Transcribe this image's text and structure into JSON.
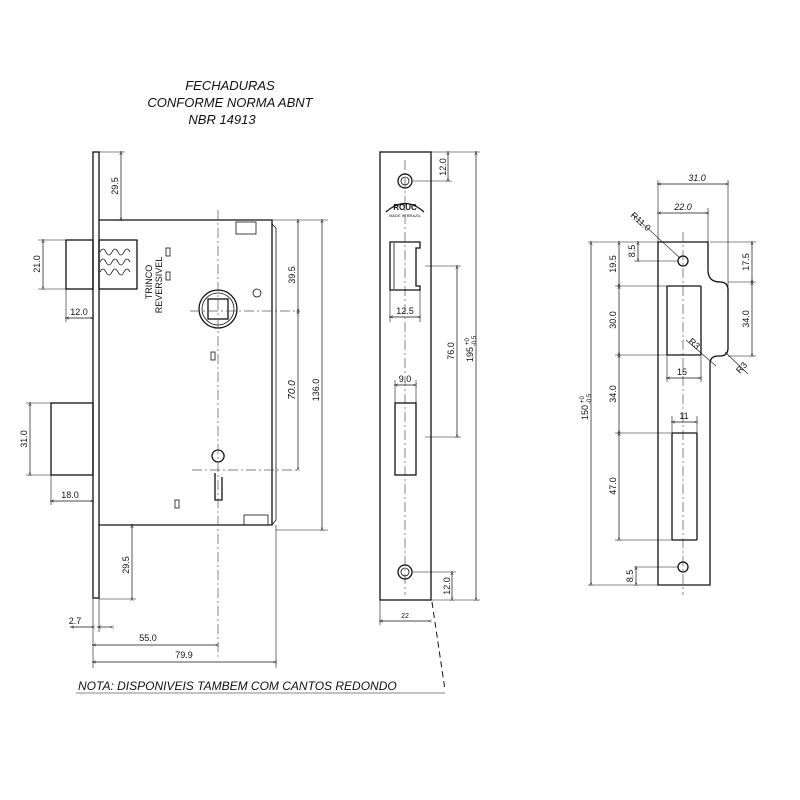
{
  "title": {
    "line1": "FECHADURAS",
    "line2": "CONFORME NORMA ABNT",
    "line3": "NBR 14913"
  },
  "lock_view": {
    "latch_label_1": "TRINCO",
    "latch_label_2": "REVERSIVEL",
    "dims": {
      "top_offset": "29.5",
      "latch_height": "21.0",
      "latch_projection": "12.0",
      "bolt_height": "31.0",
      "bolt_projection": "18.0",
      "bottom_offset": "29.5",
      "faceplate_thickness": "2.7",
      "backset": "55.0",
      "case_depth": "79.9",
      "spindle_offset": "39.5",
      "spindle_to_key": "70.0",
      "case_height": "136.0"
    }
  },
  "faceplate_view": {
    "brand": "ROUC",
    "made_in": "MADE IN BRAZIL",
    "dims": {
      "top_screw": "12.0",
      "latch_width": "12.5",
      "bolt_width": "9.0",
      "latch_to_bolt": "76.0",
      "length": "195",
      "length_tol_plus": "+0",
      "length_tol_minus": "-0.5",
      "bottom_screw": "12.0",
      "width": "22"
    }
  },
  "strike_view": {
    "dims": {
      "total_width": "31.0",
      "plate_width": "22.0",
      "radius_large": "R11.0",
      "top_hole": "8.5",
      "top_to_window": "19.5",
      "window_height": "30.0",
      "window_to_slot": "34.0",
      "slot_height": "47.0",
      "bottom_hole": "8.5",
      "tab_offset": "17.5",
      "tab_height": "34.0",
      "window_width": "15",
      "slot_width": "11",
      "radius_small_1": "R3",
      "radius_small_2": "R3",
      "length": "150",
      "length_tol_plus": "+0",
      "length_tol_minus": "-0.5"
    }
  },
  "note": "NOTA: DISPONIVEIS TAMBEM COM CANTOS REDONDO"
}
